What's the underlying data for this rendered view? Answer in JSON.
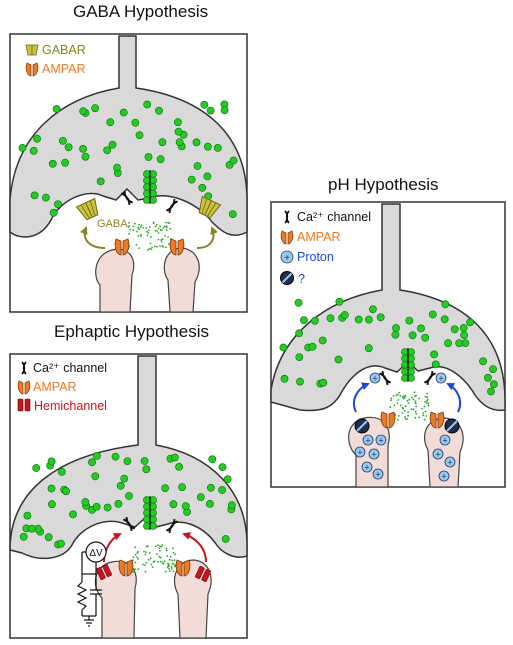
{
  "panels": {
    "gaba": {
      "title": "GABA Hypothesis",
      "legend": {
        "gabar": "GABAR",
        "ampar": "AMPAR"
      },
      "cleft_label": "GABA"
    },
    "ph": {
      "title": "pH Hypothesis",
      "legend": {
        "ca_channel": "Ca²⁺ channel",
        "ampar": "AMPAR",
        "proton": "Proton",
        "unknown": "?"
      }
    },
    "ephaptic": {
      "title": "Ephaptic Hypothesis",
      "legend": {
        "ca_channel": "Ca²⁺ channel",
        "ampar": "AMPAR",
        "hemichannel": "Hemichannel"
      },
      "circuit_label": "ΔV"
    }
  },
  "colors": {
    "terminal": "#d9d9d9",
    "dendrite": "#f2dcd8",
    "vesicle": "#22cc22",
    "ampar": "#f07a22",
    "gabar": "#c9c23a",
    "gaba_text": "#8a8420",
    "proton": "#9cc6ea",
    "arrow_blue": "#1a48d8",
    "arrow_red": "#c8141e",
    "hemichannel": "#c8141e",
    "ca_channel": "#111111"
  },
  "icons": [
    "gabar-icon",
    "ampar-icon",
    "ca-channel-icon",
    "proton-icon",
    "unknown-molecule-icon",
    "hemichannel-icon"
  ]
}
